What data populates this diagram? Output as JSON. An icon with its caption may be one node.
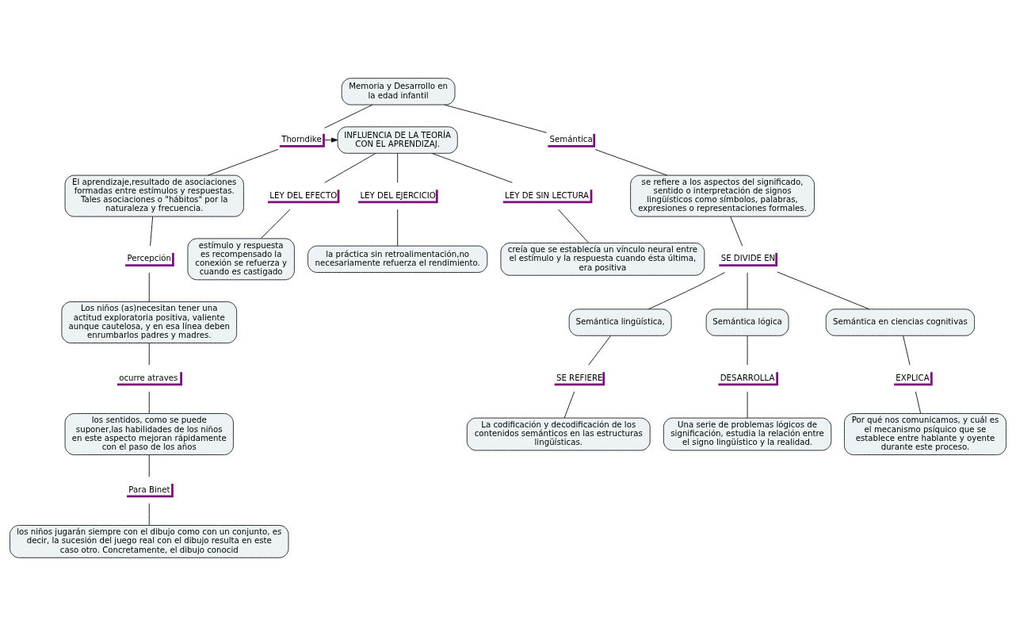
{
  "diagram": {
    "nodes": [
      {
        "text": [
          "Memoria y Desarrollo en la edad infantil"
        ]
      },
      {
        "text": [
          "Thorndike"
        ]
      },
      {
        "text": [
          "INFLUENCIA DE LA TEORÍA CON EL APRENDIZAJ."
        ]
      },
      {
        "text": [
          "Semántica"
        ]
      },
      {
        "text": [
          "El aprendizaje,resultado de asociaciones formadas entre estímulos y respuestas. Tales asociaciones o \"hábitos\" por la naturaleza y frecuencia."
        ]
      },
      {
        "text": [
          "LEY DEL EFECTO"
        ]
      },
      {
        "text": [
          "LEY DEL EJERCICIO"
        ]
      },
      {
        "text": [
          "LEY DE SIN LECTURA"
        ]
      },
      {
        "text": [
          "estímulo y respuesta es recompensado la conexión se refuerza y cuando es castigado"
        ]
      },
      {
        "text": [
          "creía que se establecía un vínculo neural entre el estímulo y la respuesta cuando ésta última, era positiva"
        ]
      },
      {
        "text": [
          "se refiere a los aspectos del significado, sentido o interpretación de signos lingüísticos como símbolos, palabras, expresiones o representaciones formales."
        ]
      },
      {
        "text": [
          "Percepción"
        ]
      },
      {
        "text": [
          "Los niños (as)necesitan tener una actitud exploratoria positiva, valiente aunque cautelosa, y en esa línea deben enrumbarlos padres y madres."
        ]
      },
      {
        "text": [
          "la práctica sin retroalimentación,no necesariamente refuerza el rendimiento."
        ]
      },
      {
        "text": [
          "SE DIVIDE EN"
        ]
      },
      {
        "text": [
          "ocurre atraves"
        ]
      },
      {
        "text": [
          "Semántica lingüística,"
        ]
      },
      {
        "text": [
          "Semántica lógica"
        ]
      },
      {
        "text": [
          "Semántica en ciencias cognitivas"
        ]
      },
      {
        "text": [
          "los sentidos, como se puede suponer,las habilidades de los niños en este aspecto mejoran rápidamente con el paso de los años"
        ]
      },
      {
        "text": [
          "SE REFIERE"
        ]
      },
      {
        "text": [
          "DESARROLLA"
        ]
      },
      {
        "text": [
          "EXPLICA"
        ]
      },
      {
        "text": [
          "La codificación y decodificación de los contenidos semánticos en las estructuras lingüísticas."
        ]
      },
      {
        "text": [
          "Una serie de problemas lógicos de significación, estudia la relación entre el signo lingüístico y la realidad."
        ]
      },
      {
        "text": [
          "Por qué nos comunicamos, y cuál es el mecanismo psíquico que se establece entre hablante y oyente durante este proceso."
        ]
      },
      {
        "text": [
          "Para Binet"
        ]
      },
      {
        "text": [
          "los niños jugarán siempre con el dibujo como con un conjunto, es decir, la sucesión del juego real con el dibujo resulta en este caso otro. Concretamente, el dibujo conocid"
        ]
      }
    ],
    "edges": [
      {
        "from": 0,
        "to": 1,
        "arrow": "none"
      },
      {
        "from": 0,
        "to": 3,
        "arrow": "none"
      },
      {
        "from": 1,
        "to": 2,
        "arrow": "to"
      },
      {
        "from": 1,
        "to": 4,
        "arrow": "none"
      },
      {
        "from": 2,
        "to": 5,
        "arrow": "none"
      },
      {
        "from": 2,
        "to": 6,
        "arrow": "none"
      },
      {
        "from": 2,
        "to": 7,
        "arrow": "none"
      },
      {
        "from": 3,
        "to": 10,
        "arrow": "none"
      },
      {
        "from": 5,
        "to": 8,
        "arrow": "none"
      },
      {
        "from": 6,
        "to": 13,
        "arrow": "none"
      },
      {
        "from": 7,
        "to": 9,
        "arrow": "none"
      },
      {
        "from": 4,
        "to": 11,
        "arrow": "none"
      },
      {
        "from": 11,
        "to": 12,
        "arrow": "none"
      },
      {
        "from": 10,
        "to": 14,
        "arrow": "none"
      },
      {
        "from": 12,
        "to": 15,
        "arrow": "none"
      },
      {
        "from": 14,
        "to": 16,
        "arrow": "none"
      },
      {
        "from": 14,
        "to": 17,
        "arrow": "none"
      },
      {
        "from": 14,
        "to": 18,
        "arrow": "none"
      },
      {
        "from": 15,
        "to": 19,
        "arrow": "none"
      },
      {
        "from": 16,
        "to": 20,
        "arrow": "none"
      },
      {
        "from": 17,
        "to": 21,
        "arrow": "none"
      },
      {
        "from": 18,
        "to": 22,
        "arrow": "none"
      },
      {
        "from": 20,
        "to": 23,
        "arrow": "none"
      },
      {
        "from": 21,
        "to": 24,
        "arrow": "none"
      },
      {
        "from": 22,
        "to": 25,
        "arrow": "none"
      },
      {
        "from": 19,
        "to": 26,
        "arrow": "none"
      },
      {
        "from": 26,
        "to": 27,
        "arrow": "none"
      }
    ]
  }
}
